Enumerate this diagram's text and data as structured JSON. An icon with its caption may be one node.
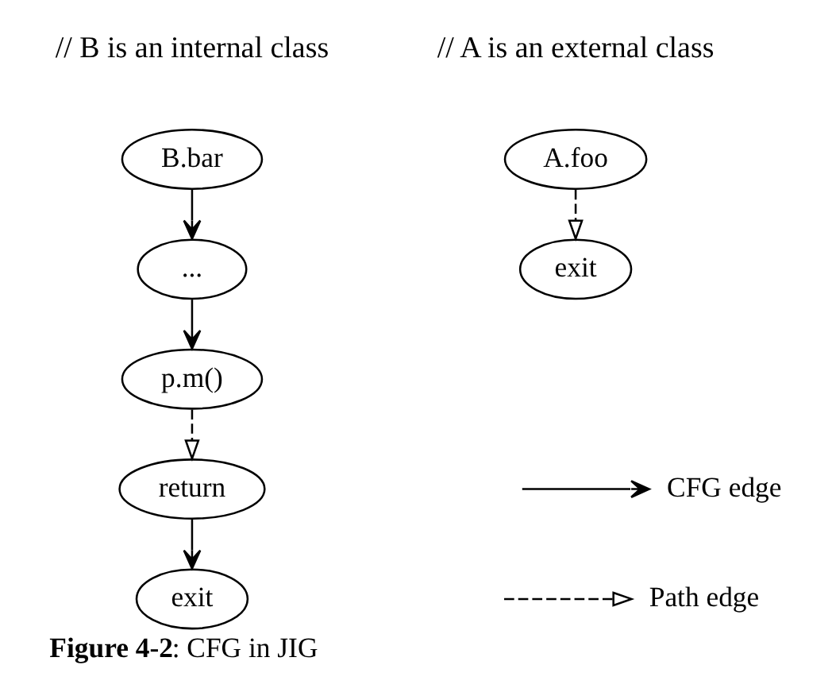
{
  "diagram": {
    "caption": "**Figure 4-2**: CFG in JIG",
    "nodes": [
      {
        "text": [
          "B.bar"
        ]
      },
      {
        "text": [
          "..."
        ]
      },
      {
        "text": [
          "p.m()"
        ]
      },
      {
        "text": [
          "return"
        ]
      },
      {
        "text": [
          "exit"
        ]
      },
      {
        "text": [
          "A.foo"
        ]
      },
      {
        "text": [
          "exit"
        ]
      }
    ],
    "edges": [
      {
        "from": 0,
        "to": 1,
        "arrow": "to"
      },
      {
        "from": 1,
        "to": 2,
        "arrow": "to"
      },
      {
        "from": 2,
        "to": 3,
        "arrow": "to",
        "style": "dashed"
      },
      {
        "from": 3,
        "to": 4,
        "arrow": "to"
      },
      {
        "from": 5,
        "to": 6,
        "arrow": "to",
        "style": "dashed"
      }
    ],
    "labels": [
      "// B is an internal class",
      "// A is an external class"
    ],
    "legend": [
      {
        "text": "CFG edge"
      },
      {
        "text": "Path edge"
      }
    ]
  }
}
